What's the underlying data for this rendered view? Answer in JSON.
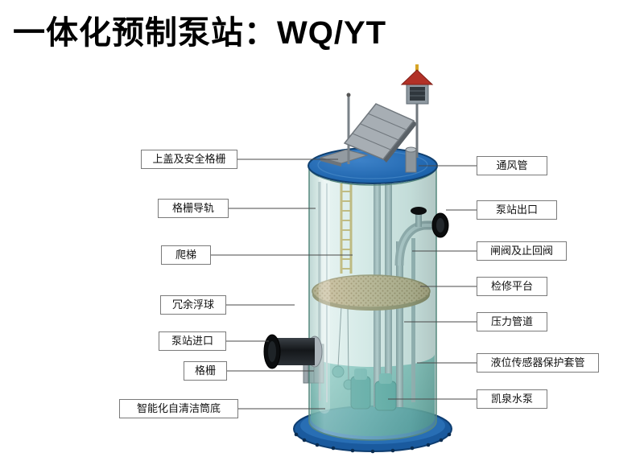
{
  "title": "一体化预制泵站：WQ/YT",
  "labels": {
    "left": [
      {
        "text": "上盖及安全格栅"
      },
      {
        "text": "格栅导轨"
      },
      {
        "text": "爬梯"
      },
      {
        "text": "冗余浮球"
      },
      {
        "text": "泵站进口"
      },
      {
        "text": "格栅"
      },
      {
        "text": "智能化自清洁筒底"
      }
    ],
    "right": [
      {
        "text": "通风管"
      },
      {
        "text": "泵站出口"
      },
      {
        "text": "闸阀及止回阀"
      },
      {
        "text": "检修平台"
      },
      {
        "text": "压力管道"
      },
      {
        "text": "液位传感器保护套管"
      },
      {
        "text": "凯泉水泵"
      }
    ]
  },
  "colors": {
    "lid_blue": "#1d63ac",
    "base_blue": "#1a5a9e",
    "tank_teal": "#8fc3bc",
    "water_teal": "#2f8d84",
    "platform_tan": "#c89d63",
    "ladder_yellow": "#c49a2c",
    "roof_red": "#b23127",
    "inlet_black": "#14171a",
    "label_border": "#7a7a7a",
    "connector_line": "#4a4a4a",
    "title_color": "#000000"
  }
}
